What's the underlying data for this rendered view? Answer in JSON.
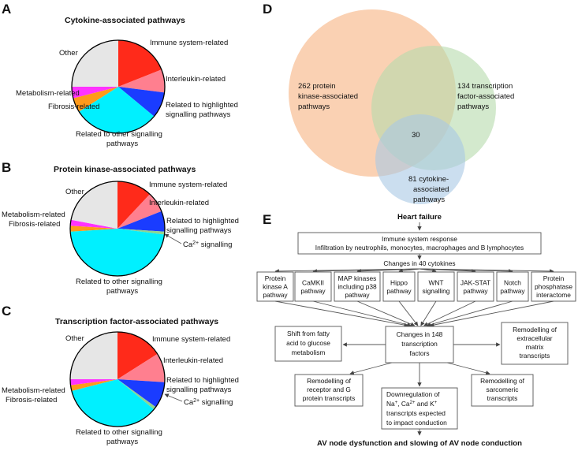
{
  "colors": {
    "immune": "#ff2a1a",
    "interleukin": "#ff7f8f",
    "highlighted": "#1a3cff",
    "ca": "#8fd48f",
    "other_signalling": "#00f0ff",
    "fibrosis": "#ff9a1a",
    "metabolism": "#ff33ff",
    "other": "#e6e6e6",
    "venn_protein": "#f9c9a6",
    "venn_tf": "#b5dbab",
    "venn_cytokine": "#a9c8e4"
  },
  "panels": {
    "A": {
      "letter": "A",
      "title": "Cytokine-associated  pathways"
    },
    "B": {
      "letter": "B",
      "title": "Protein kinase-associated pathways"
    },
    "C": {
      "letter": "C",
      "title": "Transcription factor-associated pathways"
    },
    "D": {
      "letter": "D"
    },
    "E": {
      "letter": "E"
    }
  },
  "chart_data": [
    {
      "type": "pie",
      "title": "Cytokine-associated  pathways",
      "labels": [
        "Immune system-related",
        "Interleukin-related",
        "Related to highlighted signalling pathways",
        "Related to other signalling pathways",
        "Fibrosis-related",
        "Metabolism-related",
        "Other"
      ],
      "values": [
        19,
        8,
        9,
        30,
        5,
        4,
        25
      ],
      "colors": [
        "#ff2a1a",
        "#ff7f8f",
        "#1a3cff",
        "#00f0ff",
        "#ff9a1a",
        "#ff33ff",
        "#e6e6e6"
      ]
    },
    {
      "type": "pie",
      "title": "Protein kinase-associated pathways",
      "labels": [
        "Immune system-related",
        "Interleukin-related",
        "Related to highlighted signalling pathways",
        "Ca2+ signalling",
        "Related to other signalling pathways",
        "Fibrosis-related",
        "Metabolism-related",
        "Other"
      ],
      "values": [
        12,
        7,
        7,
        1,
        47,
        2,
        2,
        22
      ],
      "colors": [
        "#ff2a1a",
        "#ff7f8f",
        "#1a3cff",
        "#8fd48f",
        "#00f0ff",
        "#ff9a1a",
        "#ff33ff",
        "#e6e6e6"
      ]
    },
    {
      "type": "pie",
      "title": "Transcription factor-associated pathways",
      "labels": [
        "Immune system-related",
        "Interleukin-related",
        "Related to highlighted signalling pathways",
        "Ca2+ signalling",
        "Related to other signalling pathways",
        "Fibrosis-related",
        "Metabolism-related",
        "Other"
      ],
      "values": [
        16,
        10,
        9,
        1,
        35,
        2,
        2,
        25
      ],
      "colors": [
        "#ff2a1a",
        "#ff7f8f",
        "#1a3cff",
        "#8fd48f",
        "#00f0ff",
        "#ff9a1a",
        "#ff33ff",
        "#e6e6e6"
      ]
    }
  ],
  "pie_text": {
    "immune": "Immune system-related",
    "interleukin": "Interleukin-related",
    "highlighted_1": "Related to highlighted",
    "highlighted_2": "signalling pathways",
    "other_sig_1": "Related to other signalling",
    "other_sig_2": "pathways",
    "fibrosis": "Fibrosis-related",
    "metabolism": "Metabolism-related",
    "other": "Other",
    "ca_base": "Ca",
    "ca_sup": "2+",
    "ca_rest": " signalling"
  },
  "venn": {
    "protein": [
      "262 protein",
      "kinase-associated",
      "pathways"
    ],
    "tf": [
      "134 transcription",
      "factor-associated",
      "pathways"
    ],
    "cytokine": [
      "81 cytokine-",
      "associated",
      "pathways"
    ],
    "center": "30"
  },
  "flow": {
    "heart_failure": "Heart failure",
    "immune_1": "Immune system response",
    "immune_2": "Infiltration by neutrophils, monocytes, macrophages and B lymphocytes",
    "cytokines": "Changes in 40 cytokines",
    "pathways": [
      [
        "Protein",
        "kinase A",
        "pathway"
      ],
      [
        "CaMKII",
        "pathway"
      ],
      [
        "MAP kinases",
        "including p38",
        "pathway"
      ],
      [
        "Hippo",
        "pathway"
      ],
      [
        "WNT",
        "signalling"
      ],
      [
        "JAK-STAT",
        "pathway"
      ],
      [
        "Notch",
        "pathway"
      ],
      [
        "Protein",
        "phosphatase",
        "interactome"
      ]
    ],
    "tf": [
      "Changes in 148",
      "transcription",
      "factors"
    ],
    "fatty": [
      "Shift from fatty",
      "acid to glucose",
      "metabolism"
    ],
    "ecm": [
      "Remodelling of",
      "extracellular",
      "matrix",
      "transcripts"
    ],
    "receptor": [
      "Remodelling of",
      "receptor and G",
      "protein transcripts"
    ],
    "sarcomeric": [
      "Remodelling of",
      "sarcomeric",
      "transcripts"
    ],
    "down_1": "Downregulation of",
    "down_2_a": "Na",
    "down_2_sup1": "+",
    "down_2_b": ", Ca",
    "down_2_sup2": "2+",
    "down_2_c": " and K",
    "down_2_sup3": "+",
    "down_3": "transcripts expected",
    "down_4": "to impact conduction",
    "av_node": "AV node dysfunction and slowing of AV node conduction"
  }
}
